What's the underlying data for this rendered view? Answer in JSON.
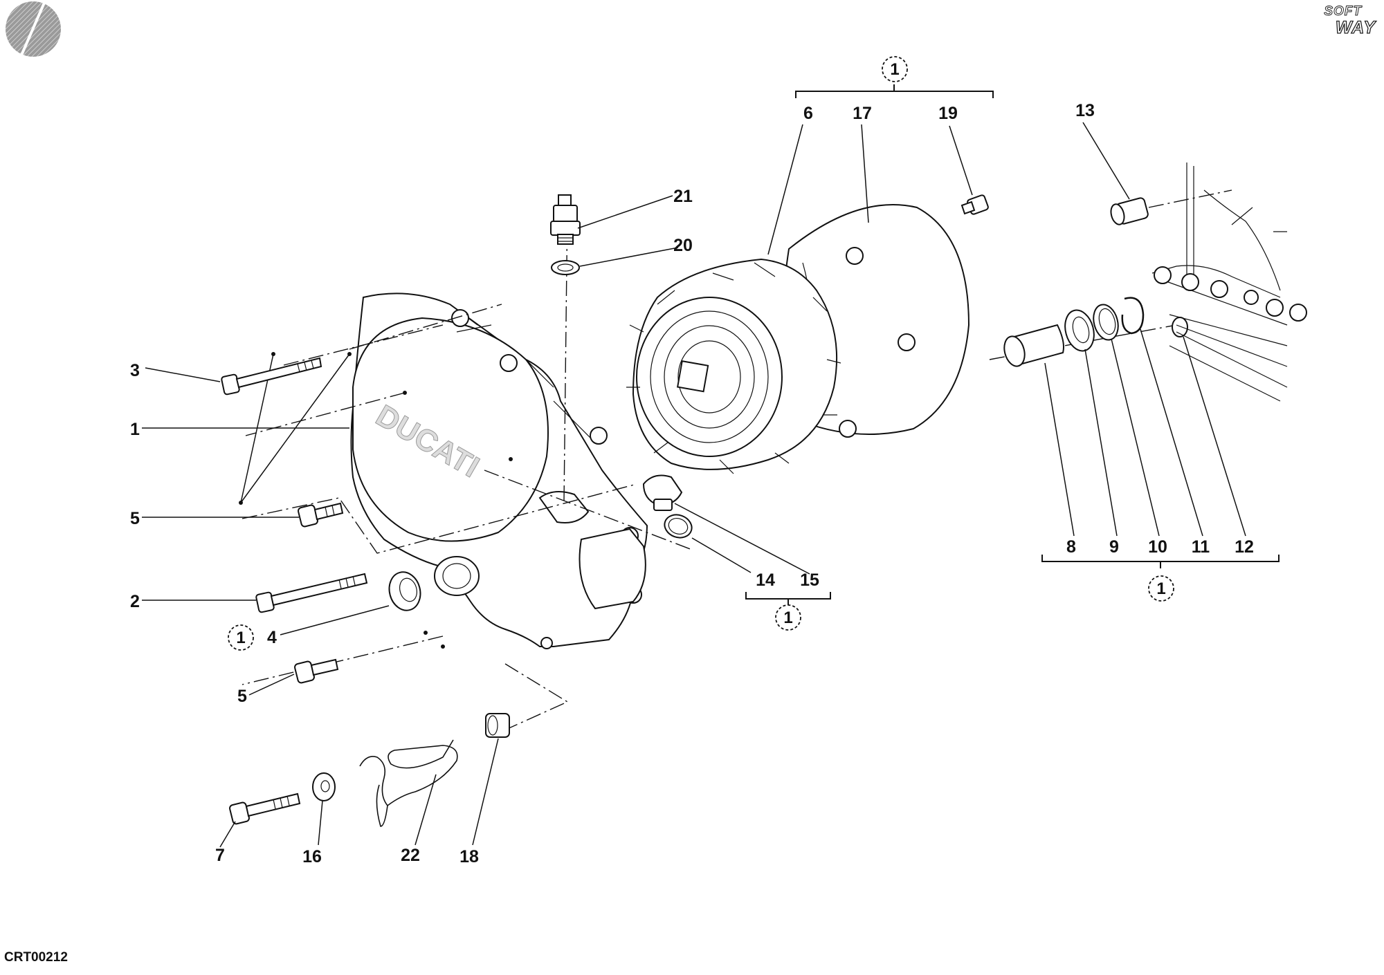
{
  "diagram_code": "CRT00212",
  "brand": {
    "line1": "SOFT",
    "line2": "WAY"
  },
  "group_marker": "1",
  "part_labels": {
    "p1": "1",
    "p2": "2",
    "p3": "3",
    "p4": "4",
    "p5a": "5",
    "p5b": "5",
    "p6": "6",
    "p7": "7",
    "p8": "8",
    "p9": "9",
    "p10": "10",
    "p11": "11",
    "p12": "12",
    "p13": "13",
    "p14": "14",
    "p15": "15",
    "p16": "16",
    "p17": "17",
    "p18": "18",
    "p19": "19",
    "p20": "20",
    "p21": "21",
    "p22": "22"
  },
  "cover_lettering": "DUCATI"
}
